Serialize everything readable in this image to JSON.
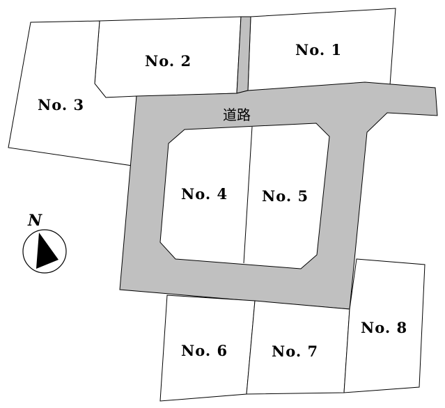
{
  "lots": [
    {
      "id": "lot-1",
      "label": "No. 1"
    },
    {
      "id": "lot-2",
      "label": "No. 2"
    },
    {
      "id": "lot-3",
      "label": "No. 3"
    },
    {
      "id": "lot-4",
      "label": "No. 4"
    },
    {
      "id": "lot-5",
      "label": "No. 5"
    },
    {
      "id": "lot-6",
      "label": "No. 6"
    },
    {
      "id": "lot-7",
      "label": "No. 7"
    },
    {
      "id": "lot-8",
      "label": "No. 8"
    }
  ],
  "road": {
    "label": "道路",
    "color": "#c0c0c0"
  },
  "compass": {
    "letter": "N",
    "icon": "north-arrow-icon"
  }
}
